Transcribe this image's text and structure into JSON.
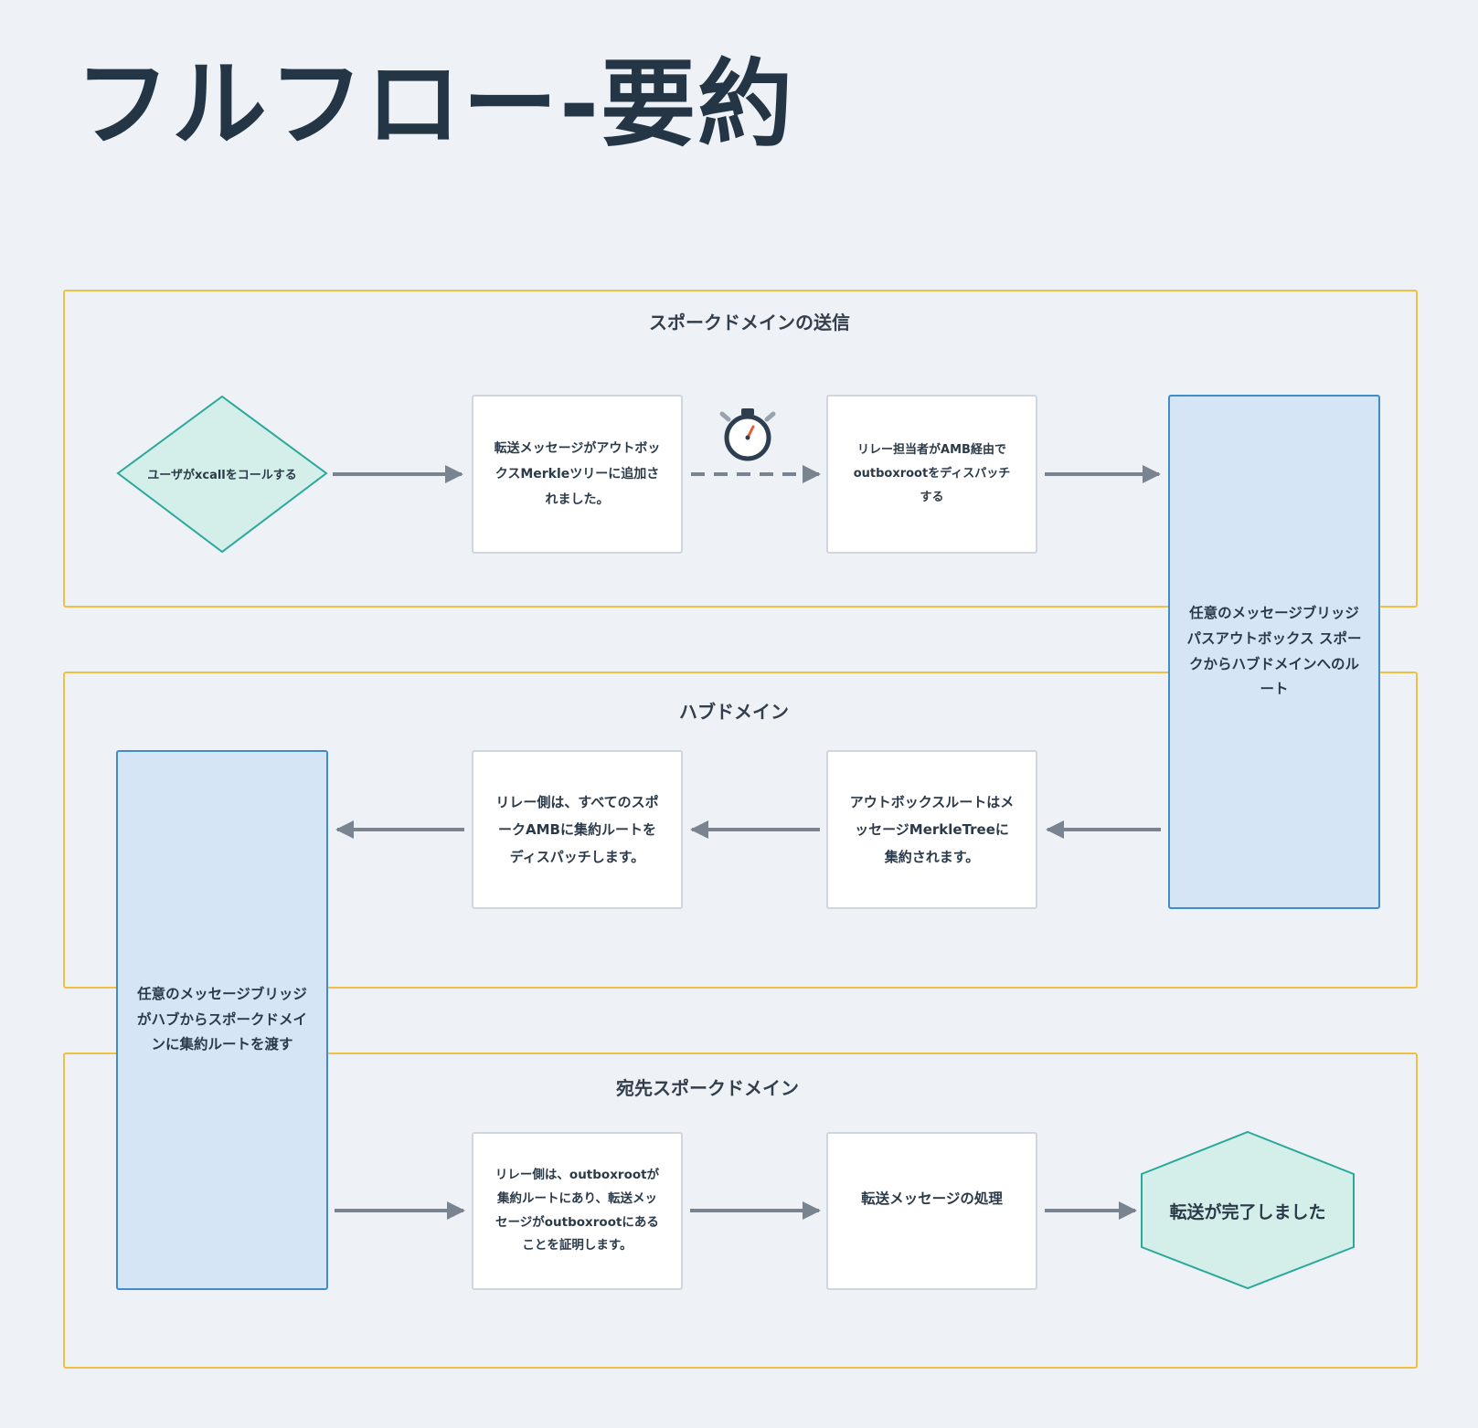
{
  "title": "フルフロー-要約",
  "lanes": {
    "send": {
      "title": "スポークドメインの送信"
    },
    "hub": {
      "title": "ハブドメイン"
    },
    "dest": {
      "title": "宛先スポークドメイン"
    }
  },
  "nodes": {
    "start": "ユーザがxcallをコールする",
    "add_to_tree": "転送メッセージがアウトボックスMerkleツリーに追加されました。",
    "dispatch_root": "リレー担当者がAMB経由でoutboxrootをディスパッチする",
    "spoke_to_hub": "任意のメッセージブリッジパスアウトボックス スポークからハブドメインへのルート",
    "aggregate": "アウトボックスルートはメッセージMerkleTreeに集約されます。",
    "dispatch_agg": "リレー側は、すべてのスポークAMBに集約ルートをディスパッチします。",
    "hub_to_spoke": "任意のメッセージブリッジがハブからスポークドメインに集約ルートを渡す",
    "prove": "リレー側は、outboxrootが集約ルートにあり、転送メッセージがoutboxrootにあることを証明します。",
    "process": "転送メッセージの処理",
    "end": "転送が完了しました"
  },
  "icons": {
    "timer": "stopwatch-icon"
  },
  "colors": {
    "lane_border": "#f0c043",
    "teal_fill": "#d4efea",
    "teal_stroke": "#2aa89a",
    "blue_fill": "#d6e5f5",
    "blue_stroke": "#3f8dc8",
    "arrow": "#7a8491"
  }
}
